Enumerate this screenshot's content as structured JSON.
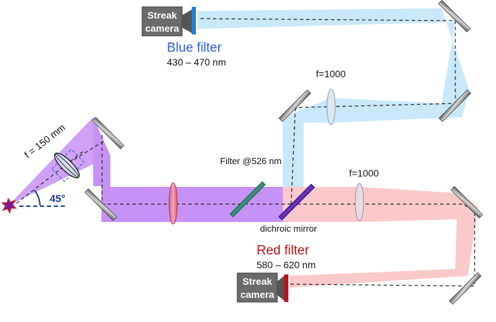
{
  "cameras": {
    "top_label_line1": "Streak",
    "top_label_line2": "camera",
    "bottom_label_line1": "Streak",
    "bottom_label_line2": "camera"
  },
  "blue_filter": {
    "title": "Blue filter",
    "range": "430 – 470 nm",
    "color": "#2f5fd8"
  },
  "red_filter": {
    "title": "Red filter",
    "range": "580 – 620 nm",
    "color": "#c0101a"
  },
  "labels": {
    "f_top": "f=1000",
    "f_bottom": "f=1000",
    "filter_526": "Filter @526 nm",
    "dichroic": "dichroic mirror",
    "focal_source": "f = 150 mm",
    "angle": "45°"
  },
  "colors": {
    "purple_beam": "#c792f5",
    "blue_beam": "#c9e8fb",
    "red_beam": "#fbc9c9",
    "mirror_gray": "#8a8a8a",
    "camera_body": "#6b6b6b"
  }
}
